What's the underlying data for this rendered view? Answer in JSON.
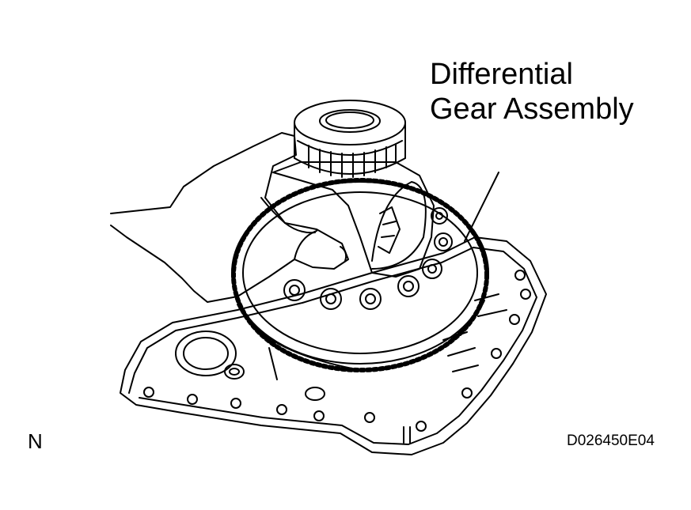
{
  "callout": {
    "line1": "Differential",
    "line2": "Gear Assembly"
  },
  "orientation_label": "N",
  "figure_id": "D026450E04",
  "colors": {
    "ink": "#000000",
    "paper": "#ffffff"
  }
}
